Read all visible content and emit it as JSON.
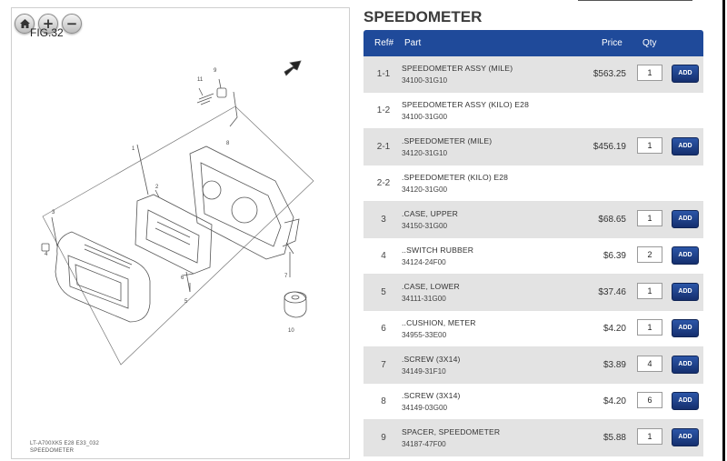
{
  "diagram": {
    "figure_label": "FIG.32",
    "zoom_home_icon": "home-icon",
    "zoom_in_symbol": "+",
    "zoom_out_symbol": "−",
    "caption_line1": "LT-A700XK5 E28 E33_032",
    "caption_line2": "SPEEDOMETER",
    "callouts": [
      "11",
      "9",
      "8",
      "1",
      "2",
      "3",
      "5",
      "6",
      "7",
      "4",
      "10"
    ]
  },
  "page": {
    "title": "SPEEDOMETER"
  },
  "table": {
    "headers": {
      "ref": "Ref#",
      "part": "Part",
      "price": "Price",
      "qty": "Qty"
    },
    "add_label": "ADD",
    "rows": [
      {
        "ref": "1-1",
        "name": "SPEEDOMETER ASSY (MILE)",
        "number": "34100-31G10",
        "price": "$563.25",
        "qty": "1"
      },
      {
        "ref": "1-2",
        "name": "SPEEDOMETER ASSY (KILO) E28",
        "number": "34100-31G00",
        "price": "",
        "qty": ""
      },
      {
        "ref": "2-1",
        "name": ".SPEEDOMETER (MILE)",
        "number": "34120-31G10",
        "price": "$456.19",
        "qty": "1"
      },
      {
        "ref": "2-2",
        "name": ".SPEEDOMETER (KILO) E28",
        "number": "34120-31G00",
        "price": "",
        "qty": ""
      },
      {
        "ref": "3",
        "name": ".CASE, UPPER",
        "number": "34150-31G00",
        "price": "$68.65",
        "qty": "1"
      },
      {
        "ref": "4",
        "name": "..SWITCH RUBBER",
        "number": "34124-24F00",
        "price": "$6.39",
        "qty": "2"
      },
      {
        "ref": "5",
        "name": ".CASE, LOWER",
        "number": "34111-31G00",
        "price": "$37.46",
        "qty": "1"
      },
      {
        "ref": "6",
        "name": "..CUSHION, METER",
        "number": "34955-33E00",
        "price": "$4.20",
        "qty": "1"
      },
      {
        "ref": "7",
        "name": ".SCREW (3X14)",
        "number": "34149-31F10",
        "price": "$3.89",
        "qty": "4"
      },
      {
        "ref": "8",
        "name": ".SCREW (3X14)",
        "number": "34149-03G00",
        "price": "$4.20",
        "qty": "6"
      },
      {
        "ref": "9",
        "name": "SPACER, SPEEDOMETER",
        "number": "34187-47F00",
        "price": "$5.88",
        "qty": "1"
      }
    ]
  },
  "colors": {
    "header_bg": "#1f4a9a",
    "add_button": "#1a3b85",
    "row_alt": "#e3e3e3"
  }
}
